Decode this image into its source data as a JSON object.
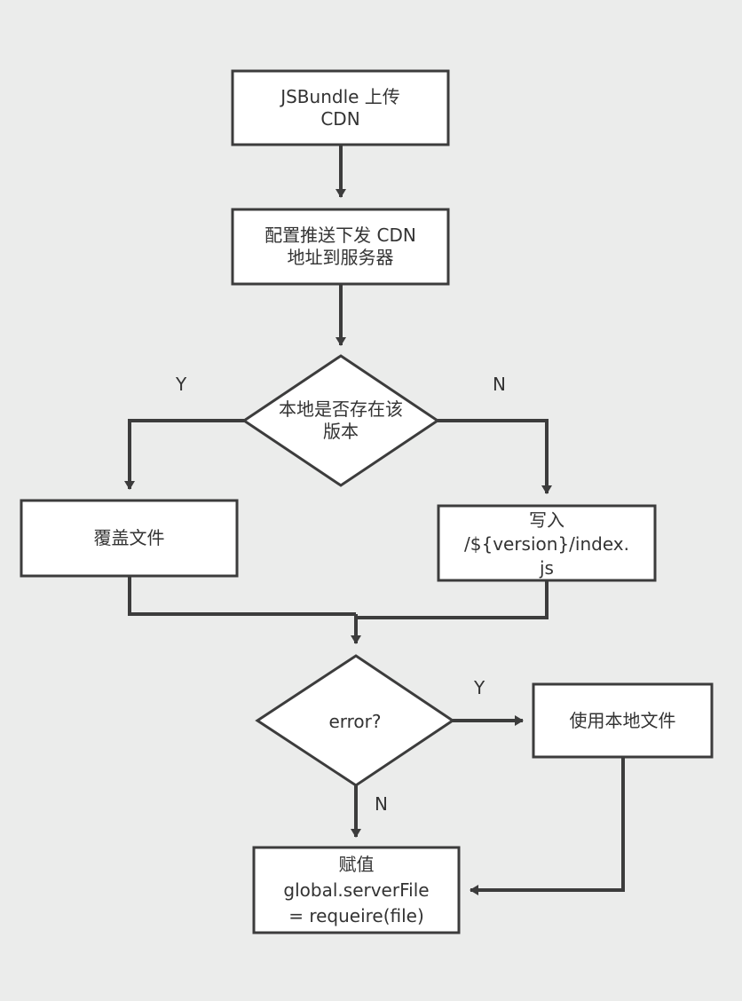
{
  "diagram": {
    "type": "flowchart",
    "colors": {
      "background": "#ebeceb",
      "node_fill": "#ffffff",
      "stroke": "#3c3c3c",
      "text": "#333333"
    },
    "nodes": [
      {
        "id": "upload",
        "shape": "rect",
        "lines": [
          "JSBundle 上传",
          "CDN"
        ]
      },
      {
        "id": "config",
        "shape": "rect",
        "lines": [
          "配置推送下发 CDN",
          "地址到服务器"
        ]
      },
      {
        "id": "exists",
        "shape": "diamond",
        "lines": [
          "本地是否存在该",
          "版本"
        ]
      },
      {
        "id": "overwrite",
        "shape": "rect",
        "lines": [
          "覆盖文件"
        ]
      },
      {
        "id": "write",
        "shape": "rect",
        "lines": [
          "写入",
          "/${version}/index.",
          "js"
        ]
      },
      {
        "id": "error",
        "shape": "diamond",
        "lines": [
          "error?"
        ]
      },
      {
        "id": "use_local",
        "shape": "rect",
        "lines": [
          "使用本地文件"
        ]
      },
      {
        "id": "assign",
        "shape": "rect",
        "lines": [
          "赋值",
          "global.serverFile",
          "= requeire(file)"
        ]
      }
    ],
    "edges": [
      {
        "from": "upload",
        "to": "config",
        "label": ""
      },
      {
        "from": "config",
        "to": "exists",
        "label": ""
      },
      {
        "from": "exists",
        "to": "overwrite",
        "label": "Y"
      },
      {
        "from": "exists",
        "to": "write",
        "label": "N"
      },
      {
        "from": "overwrite",
        "to": "error",
        "label": ""
      },
      {
        "from": "write",
        "to": "error",
        "label": ""
      },
      {
        "from": "error",
        "to": "use_local",
        "label": "Y"
      },
      {
        "from": "error",
        "to": "assign",
        "label": "N"
      },
      {
        "from": "use_local",
        "to": "assign",
        "label": ""
      }
    ]
  }
}
